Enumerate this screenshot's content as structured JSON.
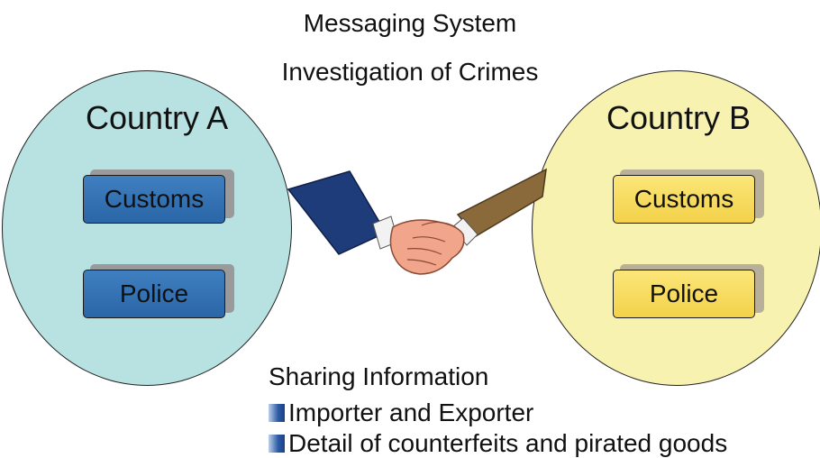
{
  "header": {
    "line1": "Messaging System",
    "line2": "Investigation of Crimes"
  },
  "country_a": {
    "name": "Country A",
    "items": [
      "Customs",
      "Police"
    ],
    "fill_color": "#b8e2e2",
    "box_color": "#2f6fb3"
  },
  "country_b": {
    "name": "Country B",
    "items": [
      "Customs",
      "Police"
    ],
    "fill_color": "#f8f2b0",
    "box_color": "#f6da5a"
  },
  "sharing": {
    "heading": "Sharing Information",
    "bullets": [
      "Importer and Exporter",
      "Detail of counterfeits and pirated goods"
    ]
  },
  "icons": [
    "handshake-icon"
  ]
}
